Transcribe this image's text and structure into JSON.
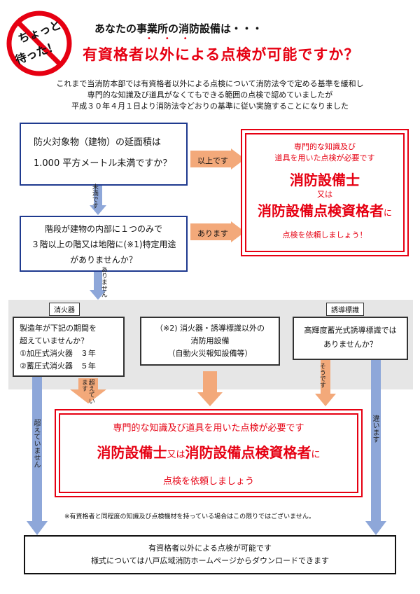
{
  "stamp": {
    "line1": "ちょっと",
    "line2": "待った！"
  },
  "header": {
    "subtitle": "あなたの事業所の消防設備は・・・",
    "title": "有資格者以外による点検が可能ですか？"
  },
  "intro": [
    "これまで当消防本部では有資格者以外による点検について消防法令で定める基準を緩和し",
    "専門的な知識及び道具がなくてもできる範囲の点検で認めていましたが",
    "平成３０年４月１日より消防法令どおりの基準に従い実施することになりました"
  ],
  "q1": {
    "line1": "防火対象物（建物）の延面積は",
    "line2": "1.000 平方メートル未満ですか？"
  },
  "q1_yes": "以上です",
  "q1_no": "未満です",
  "q2": {
    "line1": "階段が建物の内部に１つのみで",
    "line2": "３階以上の階又は地階に(※1)特定用途",
    "line3": "がありませんか？"
  },
  "q2_yes": "あります",
  "q2_no": "ありません",
  "redbox1": {
    "line1": "専門的な知識及び",
    "line2": "道具を用いた点検が必要です",
    "big1": "消防設備士",
    "or": "又は",
    "big2": "消防設備点検資格者",
    "ni": "に",
    "line3": "点検を依頼しましょう！"
  },
  "section_labels": {
    "extinguisher": "消火器",
    "guide": "誘導標識"
  },
  "ext_q": {
    "line1": "製造年が下記の期間を",
    "line2": "超えていませんか？",
    "line3": "①加圧式消火器　３年",
    "line4": "②蓄圧式消火器　５年"
  },
  "other": {
    "line1": "（※2) 消火器・誘導標識以外の",
    "line2": "消防用設備",
    "line3": "（自動火災報知設備等）"
  },
  "guide_q": {
    "line1": "高輝度蓄光式誘導標識では",
    "line2": "ありませんか？"
  },
  "labels": {
    "exceeded": "超えています",
    "not_exceeded": "超えていません",
    "yes_so": "そうです",
    "different": "違います"
  },
  "redbox2": {
    "line1": "専門的な知識及び道具を用いた点検が必要です",
    "big1": "消防設備士",
    "or": "又は",
    "big2": "消防設備点検資格者",
    "ni": "に",
    "line2": "点検を依頼しましょう"
  },
  "note": "※有資格者と同程度の知識及び点検機材を持っている場合はこの限りではございません。",
  "final": {
    "line1": "有資格者以外による点検が可能です",
    "line2": "様式については八戸広域消防ホームページからダウンロードできます"
  },
  "colors": {
    "red": "#e60012",
    "blue_arrow": "#8ea7d9",
    "orange_arrow": "#f3a97a",
    "gray_band": "#e6e6e6",
    "box_border": "#1f3a8f"
  }
}
